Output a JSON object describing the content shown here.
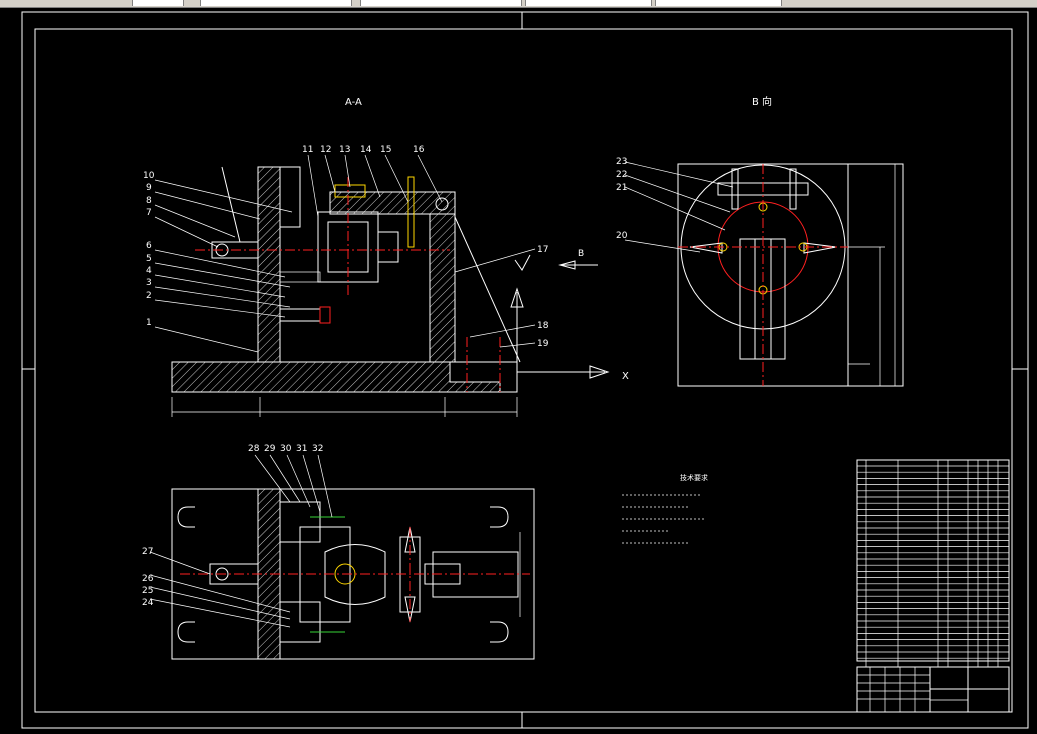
{
  "drawing": {
    "section_label": "A-A",
    "view_label": "B 向",
    "direction_label": "B",
    "x_label": "X",
    "part_numbers_section": [
      "1",
      "2",
      "3",
      "4",
      "5",
      "6",
      "7",
      "8",
      "9",
      "10",
      "11",
      "12",
      "13",
      "14",
      "15",
      "16",
      "17",
      "18",
      "19"
    ],
    "part_numbers_bview": [
      "20",
      "21",
      "22",
      "23"
    ],
    "part_numbers_plan": [
      "24",
      "25",
      "26",
      "27",
      "28",
      "29",
      "30",
      "31",
      "32"
    ],
    "notes_title": "技术要求",
    "colors": {
      "background": "#000000",
      "outline": "#ffffff",
      "centerline": "#ff2020",
      "accent": "#ffd700",
      "bolt": "#39d439"
    }
  }
}
